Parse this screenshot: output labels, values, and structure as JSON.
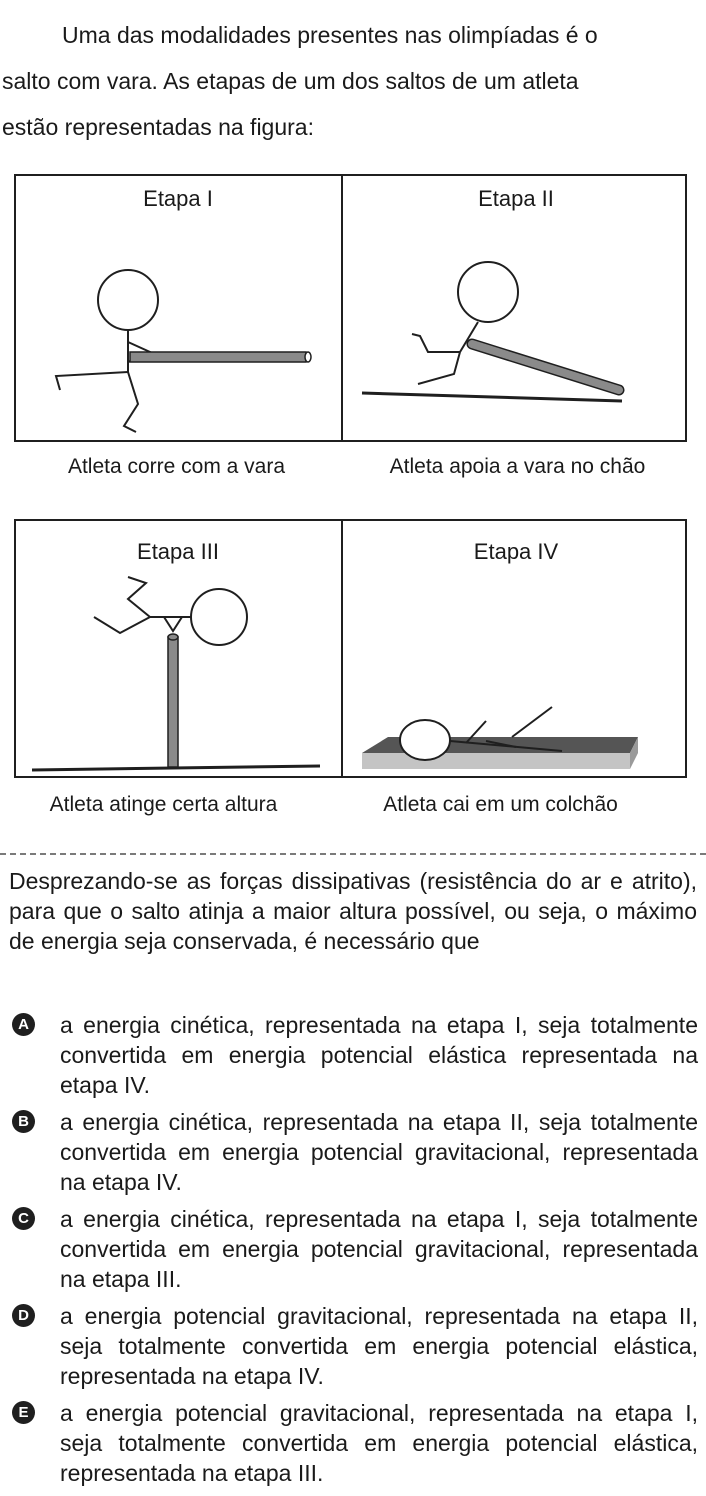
{
  "intro": {
    "line1": "Uma das modalidades presentes nas olimpíadas é o",
    "line2": "salto com vara. As etapas de um dos saltos de um atleta",
    "line3": "estão representadas na figura:"
  },
  "figure": {
    "panels": [
      {
        "title": "Etapa I",
        "caption": "Atleta corre com a vara"
      },
      {
        "title": "Etapa II",
        "caption": "Atleta apoia a vara no chão"
      },
      {
        "title": "Etapa III",
        "caption": "Atleta atinge certa altura"
      },
      {
        "title": "Etapa IV",
        "caption": "Atleta cai em um colchão"
      }
    ],
    "colors": {
      "pole": "#8a8a8a",
      "mat_top": "#555555",
      "mat_side": "#c4c4c4",
      "line": "#1f1f1f"
    }
  },
  "question": "Desprezando-se as forças dissipativas (resistência do ar e atrito), para que o salto atinja a maior altura possível, ou seja, o máximo de energia seja conservada, é necessário que",
  "options": [
    {
      "letter": "A",
      "text": "a energia cinética, representada na etapa I, seja totalmente convertida em energia potencial elástica representada na etapa IV."
    },
    {
      "letter": "B",
      "text": "a energia cinética, representada na etapa II, seja totalmente convertida em energia potencial gravitacional, representada na etapa IV."
    },
    {
      "letter": "C",
      "text": "a energia cinética, representada na etapa I, seja totalmente convertida em energia potencial gravitacional, representada na etapa III."
    },
    {
      "letter": "D",
      "text": "a energia potencial gravitacional, representada na etapa II, seja totalmente convertida em energia potencial elástica, representada na etapa IV."
    },
    {
      "letter": "E",
      "text": "a energia potencial gravitacional, representada na etapa I, seja totalmente convertida em energia potencial elástica, representada na etapa III."
    }
  ]
}
